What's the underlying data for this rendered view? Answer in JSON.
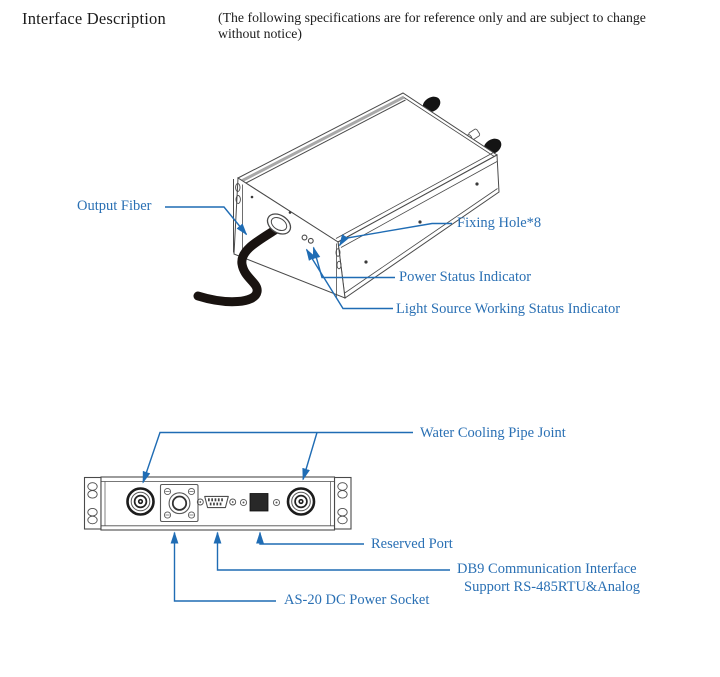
{
  "header": {
    "title": "Interface Description",
    "note_line1": "(The following specifications are for reference only and are subject to change",
    "note_line2": "without notice)"
  },
  "colors": {
    "label_blue": "#2a70b4",
    "leader_blue": "#1f6cb4",
    "line_gray": "#4a4a4a",
    "cable_black": "#191310"
  },
  "diagrams": {
    "isometric": {
      "labels": {
        "output_fiber": "Output Fiber",
        "fixing_hole": "Fixing Hole*8",
        "power_status": "Power Status Indicator",
        "light_source": "Light Source Working Status Indicator"
      }
    },
    "rear_panel": {
      "labels": {
        "water_cooling": "Water Cooling Pipe Joint",
        "reserved_port": "Reserved Port",
        "db9_line1": "DB9 Communication Interface",
        "db9_line2": "Support RS-485RTU&Analog",
        "as20_power": "AS-20 DC Power Socket"
      }
    }
  }
}
